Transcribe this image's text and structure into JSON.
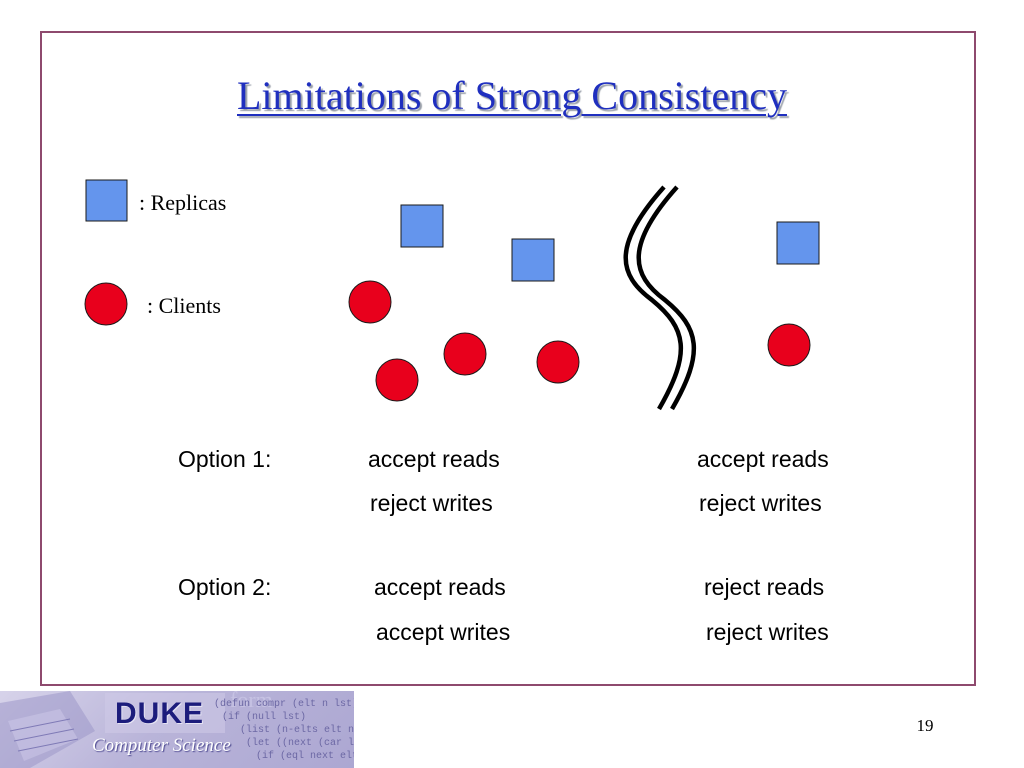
{
  "slide": {
    "title": "Limitations of Strong Consistency",
    "number": "19"
  },
  "legend": {
    "replicas_label": ": Replicas",
    "clients_label": ": Clients"
  },
  "options": {
    "option1": {
      "label": "Option 1:",
      "left_line1": "accept reads",
      "left_line2": "reject writes",
      "right_line1": "accept reads",
      "right_line2": "reject writes"
    },
    "option2": {
      "label": "Option 2:",
      "left_line1": "accept reads",
      "left_line2": "accept writes",
      "right_line1": "reject reads",
      "right_line2": "reject writes"
    }
  },
  "logo": {
    "name": "DUKE",
    "department": "Computer Science",
    "code_lines": [
      "(defun compr (elt n lst)",
      "(if (null lst)",
      "(list (n-elts elt n))",
      "(let ((next (car lst)))",
      "(if (eql next elt)"
    ]
  },
  "colors": {
    "frame": "#8e4a6e",
    "title": "#1f2fbf",
    "replica_fill": "#6495ed",
    "client_fill": "#e8001c"
  },
  "icons": {
    "replica": "square-shape",
    "client": "circle-shape",
    "partition": "double-wavy-line"
  }
}
